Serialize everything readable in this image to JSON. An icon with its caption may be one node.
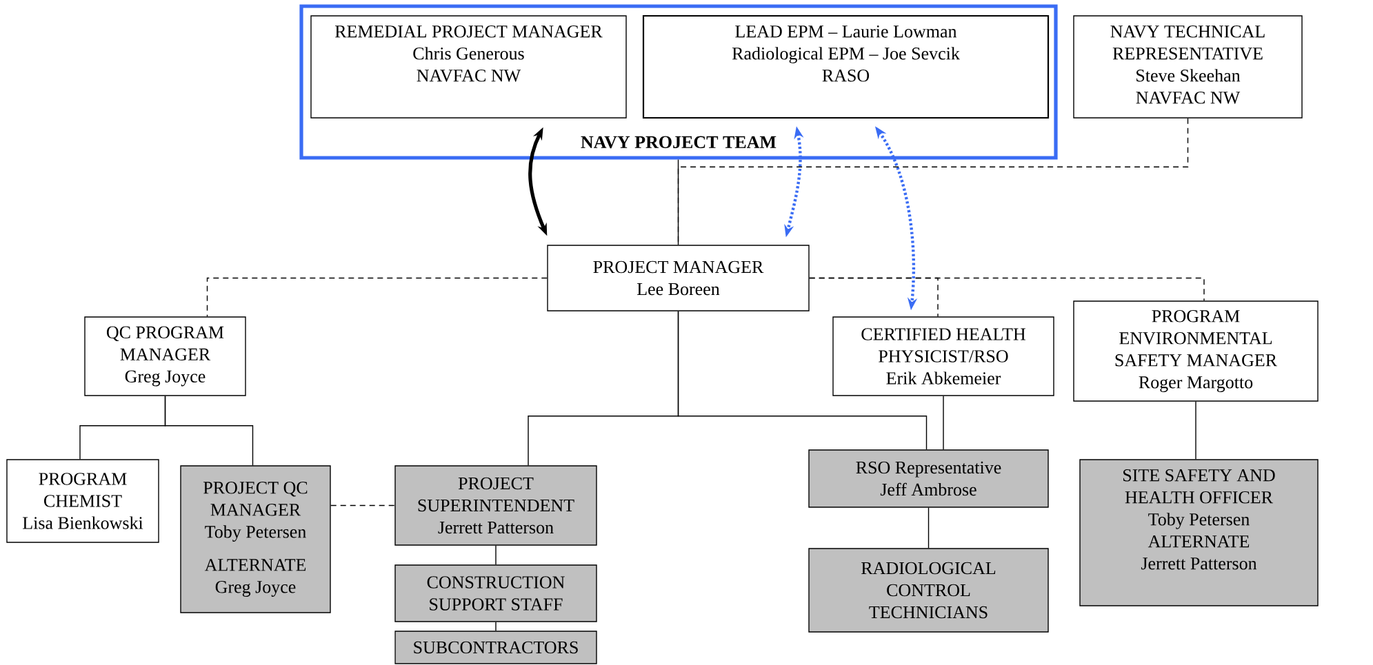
{
  "diagram": {
    "nodes": [
      {
        "text": [
          "NAVY PROJECT TEAM"
        ]
      },
      {
        "text": [
          "REMEDIAL PROJECT MANAGER",
          "Chris Generous",
          "NAVFAC NW"
        ],
        "in": 0
      },
      {
        "text": [
          "LEAD EPM – Laurie Lowman",
          "Radiological EPM – Joe Sevcik",
          "RASO"
        ],
        "in": 0
      },
      {
        "text": [
          "NAVY TECHNICAL REPRESENTATIVE",
          "Steve Skeehan",
          "NAVFAC NW"
        ]
      },
      {
        "text": [
          "PROJECT MANAGER",
          "Lee Boreen"
        ]
      },
      {
        "text": [
          "QC PROGRAM MANAGER",
          "Greg Joyce"
        ]
      },
      {
        "text": [
          "CERTIFIED HEALTH PHYSICIST/RSO",
          "Erik Abkemeier"
        ]
      },
      {
        "text": [
          "PROGRAM ENVIRONMENTAL SAFETY MANAGER",
          "Roger Margotto"
        ]
      },
      {
        "text": [
          "PROGRAM CHEMIST",
          "Lisa Bienkowski"
        ]
      },
      {
        "text": [
          "PROJECT QC MANAGER",
          "Toby Petersen",
          "ALTERNATE",
          "Greg Joyce"
        ]
      },
      {
        "text": [
          "PROJECT SUPERINTENDENT",
          "Jerrett Patterson"
        ]
      },
      {
        "text": [
          "RSO Representative",
          "Jeff Ambrose"
        ]
      },
      {
        "text": [
          "SITE SAFETY AND HEALTH OFFICER",
          "Toby Petersen",
          "ALTERNATE",
          "Jerrett Patterson"
        ]
      },
      {
        "text": [
          "CONSTRUCTION SUPPORT STAFF"
        ]
      },
      {
        "text": [
          "SUBCONTRACTORS"
        ]
      },
      {
        "text": [
          "RADIOLOGICAL CONTROL TECHNICIANS"
        ]
      }
    ],
    "edges": [
      {
        "from": 1,
        "to": 4,
        "arrow": "both",
        "style": "thick"
      },
      {
        "from": 2,
        "to": 4,
        "arrow": "both",
        "style": "dashed",
        "color": "#3a6cf4"
      },
      {
        "from": 2,
        "to": 6,
        "arrow": "both",
        "style": "dashed",
        "color": "#3a6cf4"
      },
      {
        "from": 0,
        "to": 4,
        "arrow": "none"
      },
      {
        "from": 3,
        "to": 4,
        "arrow": "none",
        "style": "dashed"
      },
      {
        "from": 4,
        "to": 5,
        "arrow": "none",
        "style": "dashed"
      },
      {
        "from": 4,
        "to": 6,
        "arrow": "none",
        "style": "dashed"
      },
      {
        "from": 4,
        "to": 7,
        "arrow": "none",
        "style": "dashed"
      },
      {
        "from": 4,
        "to": 10,
        "arrow": "none"
      },
      {
        "from": 4,
        "to": 11,
        "arrow": "none"
      },
      {
        "from": 6,
        "to": 11,
        "arrow": "none"
      },
      {
        "from": 5,
        "to": 8,
        "arrow": "none"
      },
      {
        "from": 5,
        "to": 9,
        "arrow": "none"
      },
      {
        "from": 9,
        "to": 10,
        "arrow": "none",
        "style": "dashed"
      },
      {
        "from": 10,
        "to": 13,
        "arrow": "none"
      },
      {
        "from": 13,
        "to": 14,
        "arrow": "none"
      },
      {
        "from": 11,
        "to": 15,
        "arrow": "none"
      },
      {
        "from": 7,
        "to": 12,
        "arrow": "none"
      }
    ]
  }
}
